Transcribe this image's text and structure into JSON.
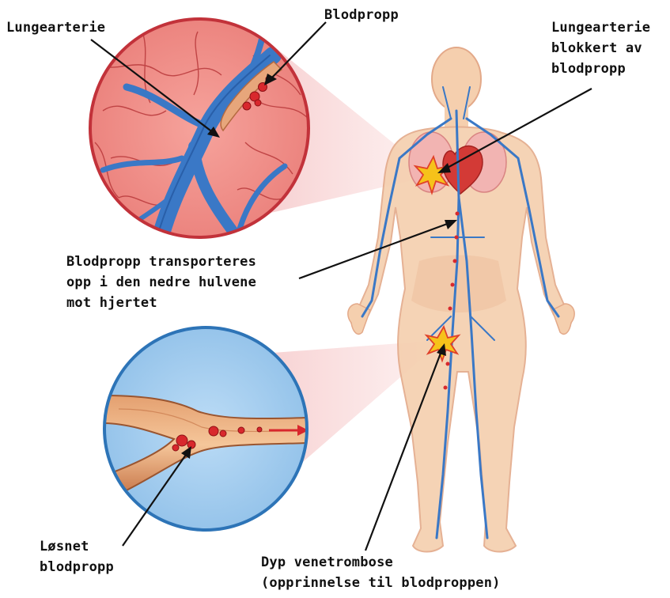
{
  "labels": {
    "pulmonary_artery": "Lungearterie",
    "clot": "Blodpropp",
    "pulmonary_blocked_line1": "Lungearterie",
    "pulmonary_blocked_line2": "blokkert av",
    "pulmonary_blocked_line3": "blodpropp",
    "transport_line1": "Blodpropp transporteres",
    "transport_line2": "opp i den nedre hulvene",
    "transport_line3": "mot hjertet",
    "loosened_line1": "Løsnet",
    "loosened_line2": "blodpropp",
    "dvt_line1": "Dyp venetrombose",
    "dvt_line2": "(opprinnelse til blodproppen)"
  },
  "colors": {
    "skin": "#f5cfae",
    "skin_edge": "#e3a989",
    "vein": "#3a78c6",
    "vein_dark": "#1e4f96",
    "clot": "#d8282d",
    "lung_circle_fill": "#f0908a",
    "lung_circle_edge": "#c2323a",
    "vessel_circle_fill": "#a9cff0",
    "vessel_circle_edge": "#2d74b7",
    "star": "#f6c21a",
    "star_edge": "#e0402a",
    "zoom_cone": "#f3c7c8",
    "arrow": "#111111"
  }
}
